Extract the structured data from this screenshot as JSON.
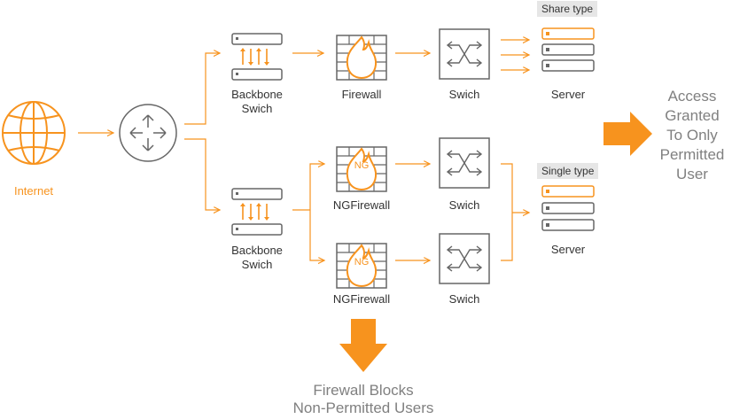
{
  "colors": {
    "accent": "#F7931E",
    "gray": "#808080",
    "text": "#333333",
    "tagbg": "#E6E6E6"
  },
  "nodes": {
    "internet": "Internet",
    "backbone_top": [
      "Backbone",
      "Swich"
    ],
    "firewall": "Firewall",
    "switch_top": "Swich",
    "server_top": "Server",
    "share_type": "Share type",
    "backbone_bottom": [
      "Backbone",
      "Swich"
    ],
    "ngfirewall_1": "NGFirewall",
    "ngfirewall_2": "NGFirewall",
    "switch_mid": "Swich",
    "switch_bottom": "Swich",
    "server_bottom": "Server",
    "single_type": "Single type",
    "ng_badge": "NG"
  },
  "callouts": {
    "access": [
      "Access",
      "Granted",
      "To Only",
      "Permitted",
      "User"
    ],
    "blocks": [
      "Firewall Blocks",
      "Non-Permitted Users"
    ]
  }
}
